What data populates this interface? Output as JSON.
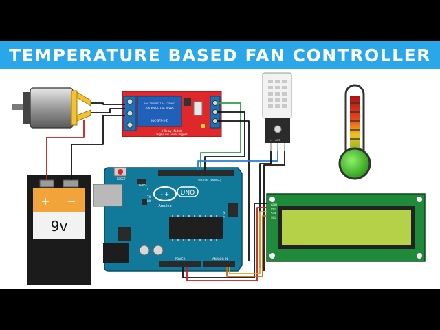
{
  "title": "TEMPERATURE BASED FAN CONTROLLER",
  "battery": {
    "plus": "+",
    "minus": "−",
    "voltage": "9v"
  },
  "relay": {
    "lines": [
      "1 Relay Module",
      "High/Low Level Trigger"
    ],
    "part": "JQC-3FF-S-Z",
    "spec": [
      "10A 250VAC  10A 125VAC",
      "10A 30VDC  10A 28VDC"
    ]
  },
  "arduino": {
    "logo": "UNO",
    "brand": "Arduino",
    "tx": "TX",
    "rx": "RX",
    "l": "L",
    "reset": "RESET",
    "icsp": "ICSP",
    "icsp2": "ICSP2",
    "digital": "DIGITAL (PWM~)",
    "analog": "ANALOG IN",
    "power": "POWER",
    "aref": "AREF"
  },
  "sensor": {
    "pins": [
      "+",
      "OUT",
      "−"
    ]
  },
  "lcd": {
    "pins": [
      "GND",
      "VCC",
      "SDA",
      "SCL"
    ]
  },
  "colors": {
    "accent": "#2aa7e8",
    "board": "#117a9a",
    "relay": "#e0272a",
    "lcd": "#b4d147",
    "battery": "#f0a43a"
  }
}
